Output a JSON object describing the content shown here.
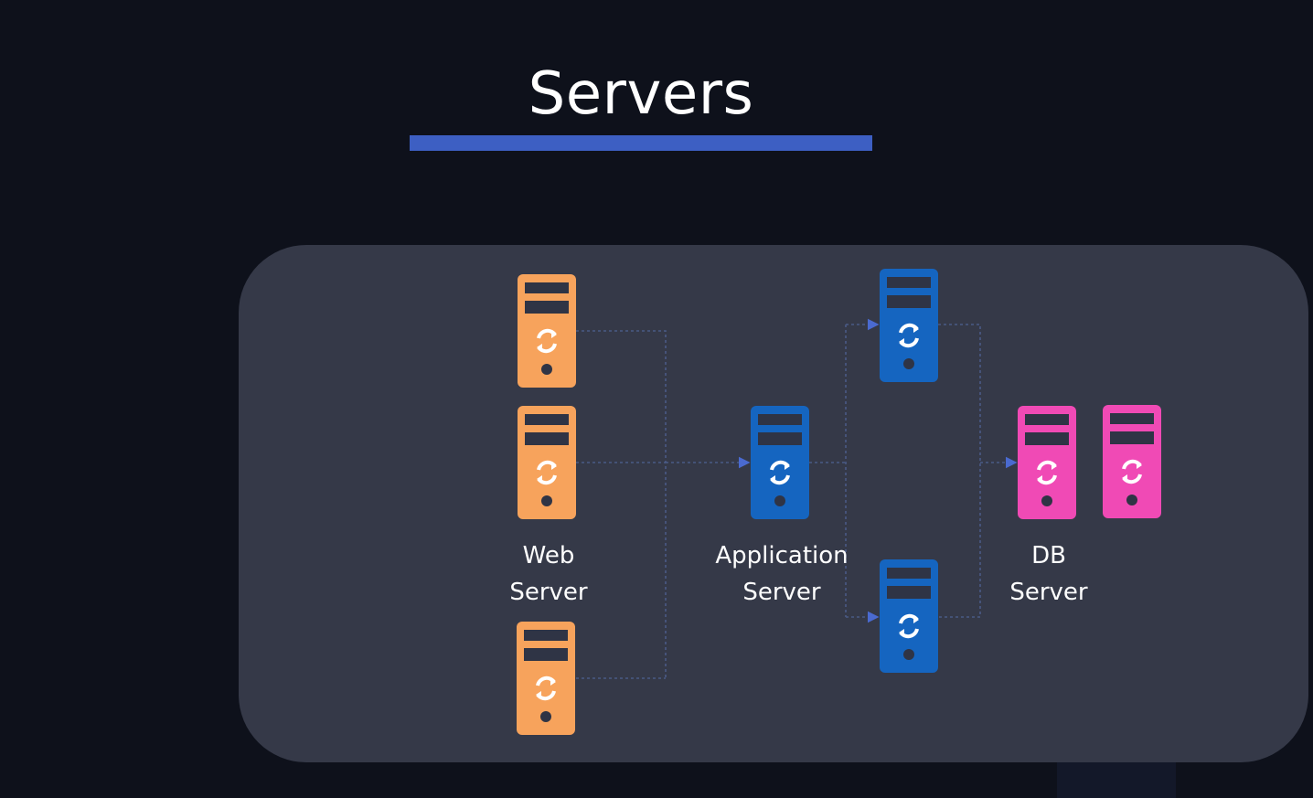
{
  "title": "Servers",
  "colors": {
    "background": "#0e111b",
    "panel": "#353948",
    "title_underline": "#3d5fc3",
    "web_server": "#f7a35c",
    "app_server": "#1565c0",
    "db_server": "#f04ab5",
    "connector": "#4a5a86"
  },
  "labels": {
    "web": [
      "Web",
      "Server"
    ],
    "app": [
      "Application",
      "Server"
    ],
    "db": [
      "DB",
      "Server"
    ]
  },
  "servers": [
    {
      "id": "web-1",
      "tier": "web",
      "icon": "server-icon"
    },
    {
      "id": "web-2",
      "tier": "web",
      "icon": "server-icon"
    },
    {
      "id": "web-3",
      "tier": "web",
      "icon": "server-icon"
    },
    {
      "id": "app-1",
      "tier": "app",
      "icon": "server-icon"
    },
    {
      "id": "mid-1",
      "tier": "app",
      "icon": "server-icon"
    },
    {
      "id": "mid-2",
      "tier": "app",
      "icon": "server-icon"
    },
    {
      "id": "db-1",
      "tier": "db",
      "icon": "server-icon"
    },
    {
      "id": "db-2",
      "tier": "db",
      "icon": "server-icon"
    }
  ]
}
